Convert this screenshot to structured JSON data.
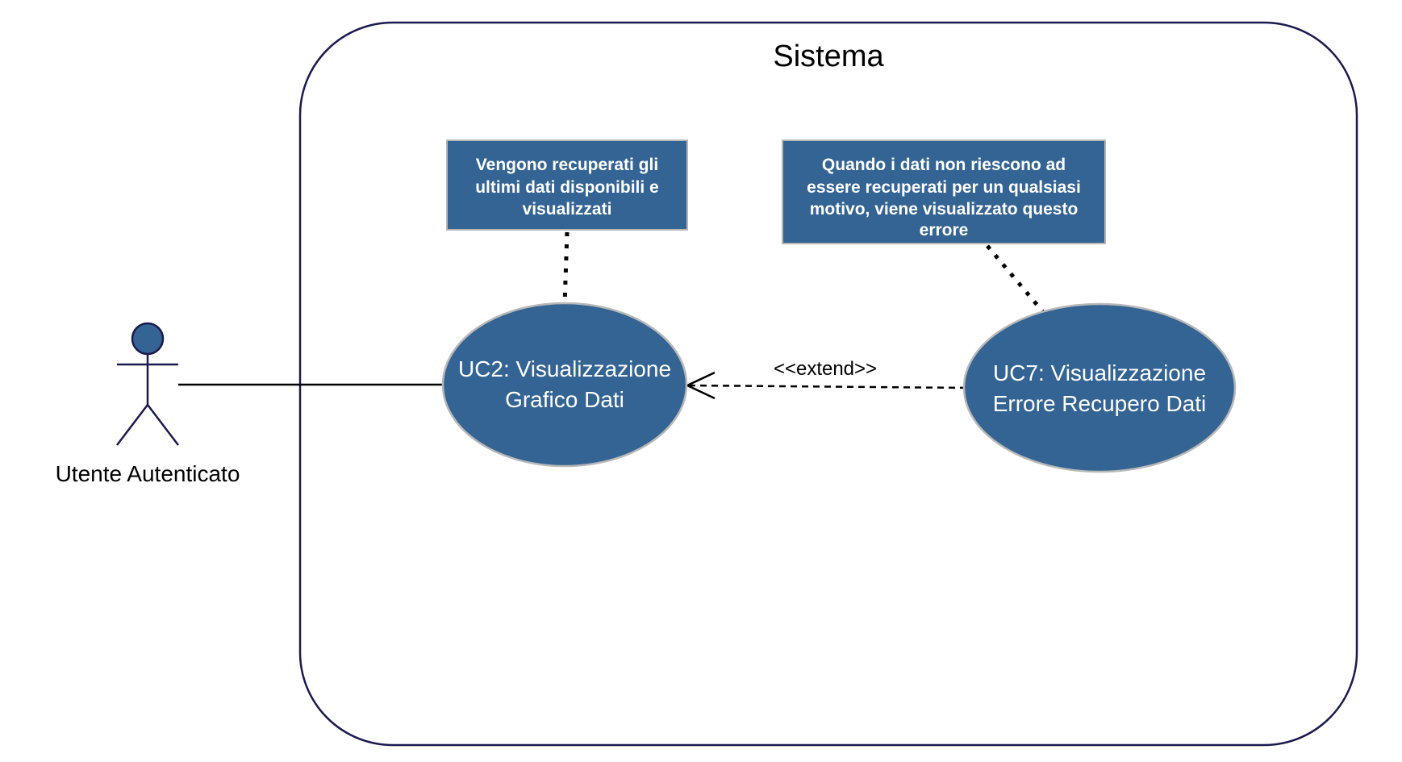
{
  "system": {
    "title": "Sistema"
  },
  "actor": {
    "label": "Utente Autenticato"
  },
  "use_cases": [
    {
      "line1": "UC2: Visualizzazione",
      "line2": "Grafico Dati"
    },
    {
      "line1": "UC7: Visualizzazione",
      "line2": "Errore Recupero Dati"
    }
  ],
  "notes": [
    {
      "lines": [
        "Vengono recuperati gli",
        "ultimi dati disponibili e",
        "visualizzati"
      ]
    },
    {
      "lines": [
        "Quando i dati non riescono ad",
        "essere recuperati per un qualsiasi",
        "motivo, viene visualizzato questo",
        "errore"
      ]
    }
  ],
  "relations": {
    "extend_label": "<<extend>>"
  },
  "colors": {
    "node_fill": "#346494",
    "node_stroke": "#b8b8b8",
    "boundary_stroke": "#1a1a4e",
    "line": "#000000"
  }
}
